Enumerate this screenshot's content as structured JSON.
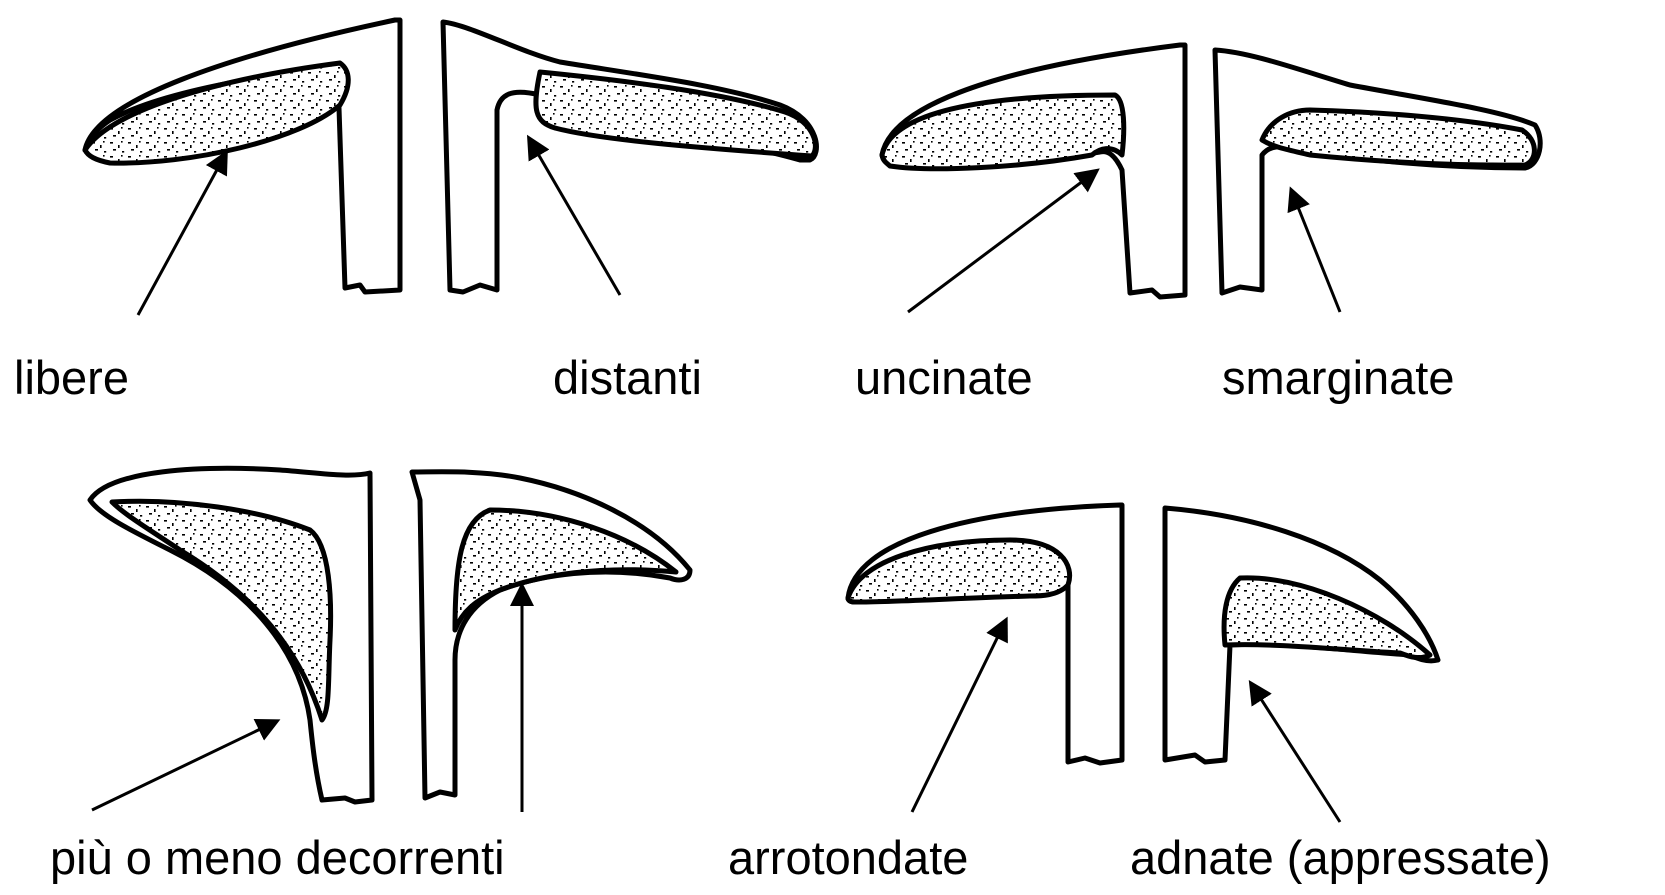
{
  "labels": {
    "libere": "libere",
    "distanti": "distanti",
    "uncinate": "uncinate",
    "smarginate": "smarginate",
    "decorrenti": "più o meno decorrenti",
    "arrotondate": "arrotondate",
    "adnate": "adnate (appressate)"
  }
}
